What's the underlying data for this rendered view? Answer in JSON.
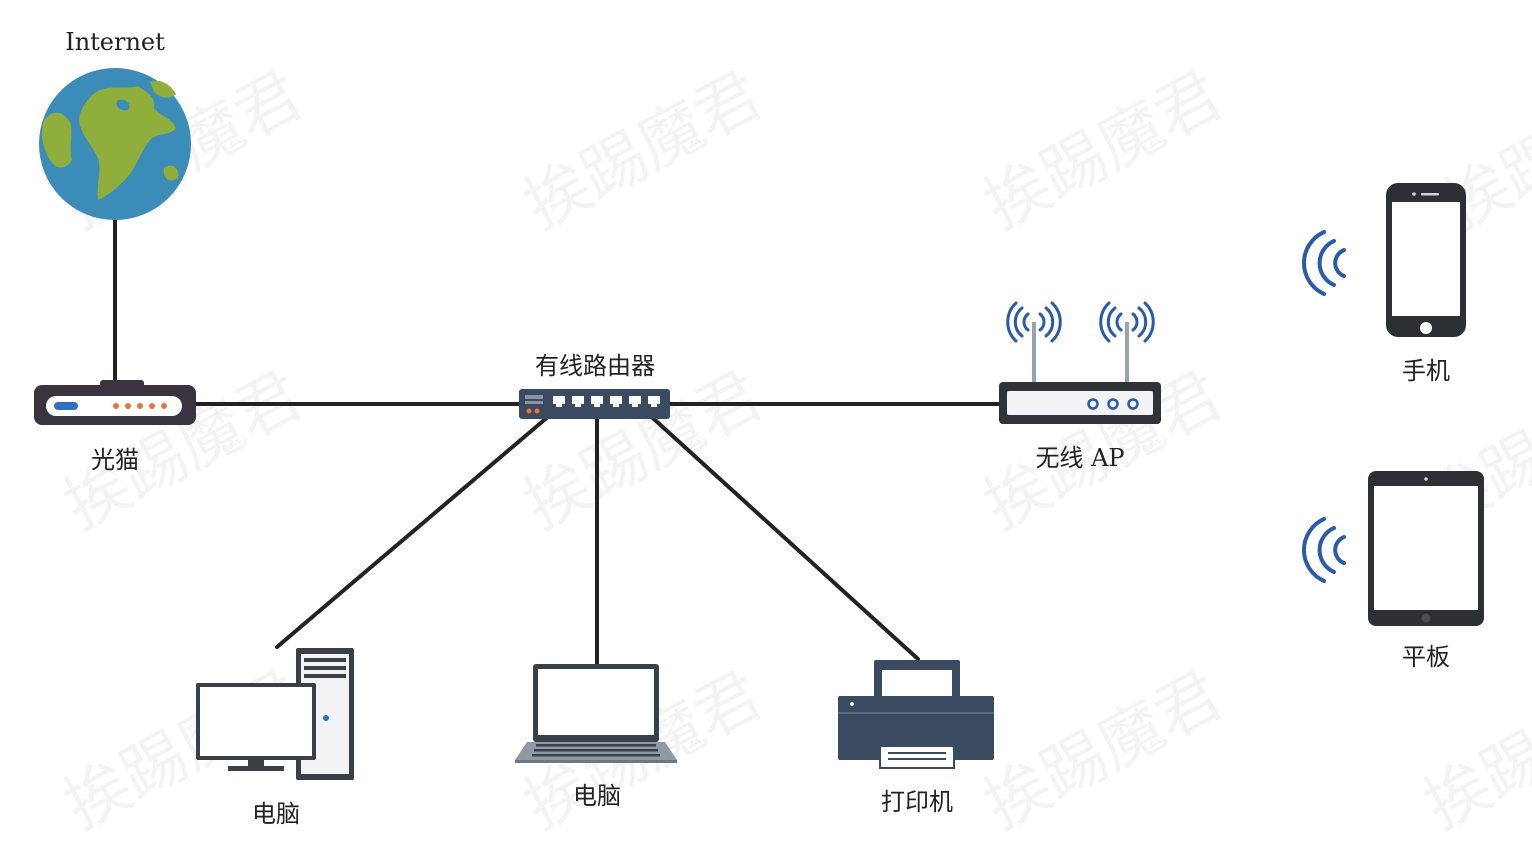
{
  "labels": {
    "internet": "Internet",
    "modem": "光猫",
    "router": "有线路由器",
    "ap": "无线 AP",
    "desktop": "电脑",
    "laptop": "电脑",
    "printer": "打印机",
    "phone": "手机",
    "tablet": "平板"
  },
  "watermark": "挨踢魔君",
  "colors": {
    "line": "#222222",
    "device_dark": "#3a4a60",
    "globe_ocean": "#3b8cb8",
    "globe_land": "#8fae3b",
    "wifi_wave": "#2a5ba8"
  },
  "icons": {
    "internet": "globe-icon",
    "modem": "modem-icon",
    "router": "switch-icon",
    "ap": "wireless-ap-icon",
    "desktop": "desktop-computer-icon",
    "laptop": "laptop-icon",
    "printer": "printer-icon",
    "phone": "smartphone-icon",
    "tablet": "tablet-icon",
    "wifi": "wifi-signal-icon"
  }
}
